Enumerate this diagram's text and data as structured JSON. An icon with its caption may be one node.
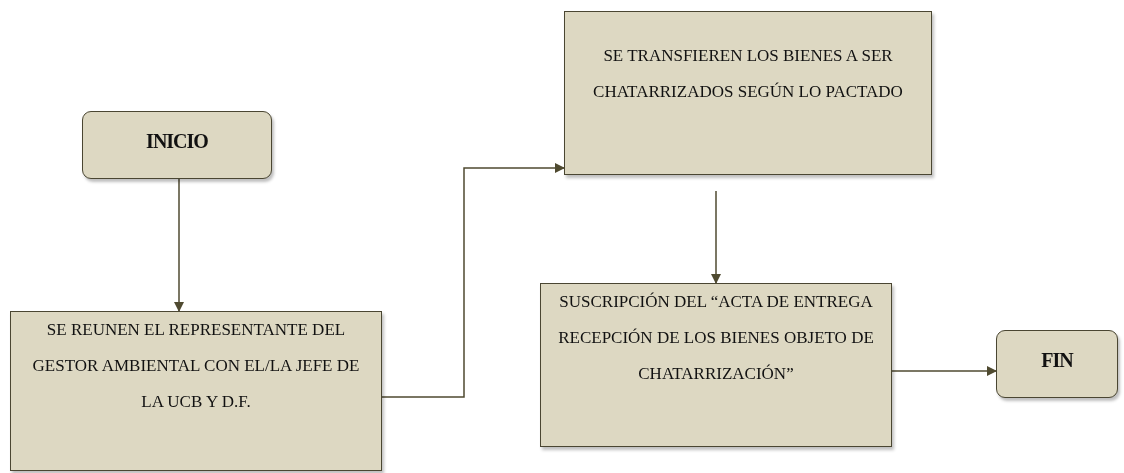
{
  "diagram": {
    "nodes": [
      {
        "text": [
          "INICIO"
        ]
      },
      {
        "text": [
          "SE REUNEN EL REPRESENTANTE DEL GESTOR AMBIENTAL CON EL/LA JEFE DE LA UCB Y D.F."
        ]
      },
      {
        "text": [
          "SE TRANSFIEREN LOS BIENES A SER CHATARRIZADOS SEGÚN LO PACTADO"
        ]
      },
      {
        "text": [
          "SUSCRIPCIÓN DEL “ACTA DE ENTREGA RECEPCIÓN DE LOS BIENES OBJETO DE CHATARRIZACIÓN”"
        ]
      },
      {
        "text": [
          "FIN"
        ]
      }
    ],
    "edges": [
      {
        "from": 0,
        "to": 1,
        "arrow": "to"
      },
      {
        "from": 1,
        "to": 2,
        "arrow": "to"
      },
      {
        "from": 2,
        "to": 3,
        "arrow": "to"
      },
      {
        "from": 3,
        "to": 4,
        "arrow": "to"
      }
    ]
  }
}
